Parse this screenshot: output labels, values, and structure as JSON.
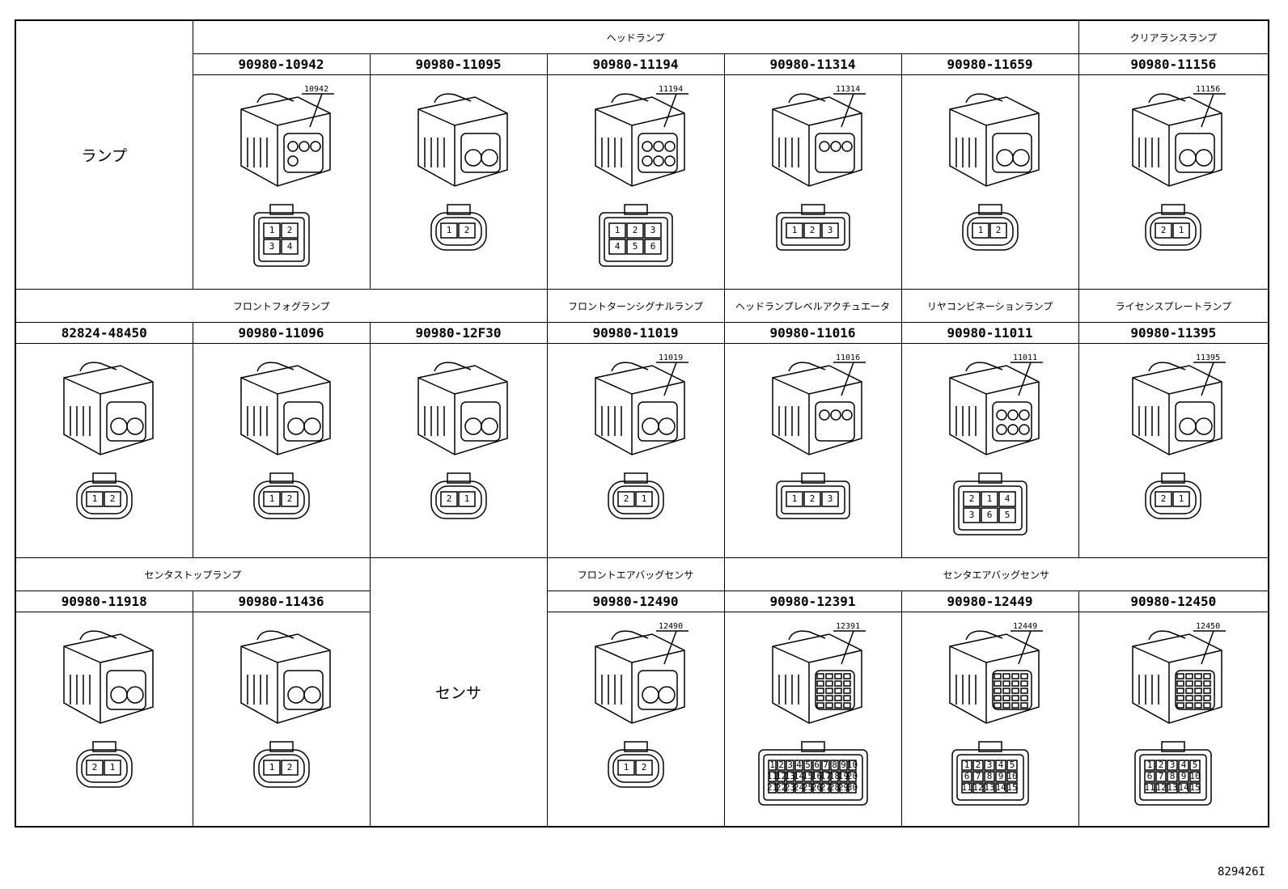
{
  "rows": [
    {
      "left_category": "ランプ",
      "groups": [
        {
          "title": "ヘッドランプ",
          "span": 5
        },
        {
          "title": "クリアランスランプ",
          "span": 1
        }
      ],
      "connectors": [
        {
          "part": "90980-10942",
          "callout": "10942",
          "pins": [
            "1",
            "2",
            "3",
            "4"
          ],
          "icon": "4-pin-square-connector"
        },
        {
          "part": "90980-11095",
          "callout": "",
          "pins": [
            "1",
            "2"
          ],
          "icon": "2-pin-oval-connector"
        },
        {
          "part": "90980-11194",
          "callout": "11194",
          "pins": [
            "1",
            "2",
            "3",
            "4",
            "5",
            "6"
          ],
          "icon": "6-pin-connector"
        },
        {
          "part": "90980-11314",
          "callout": "11314",
          "pins": [
            "1",
            "2",
            "3"
          ],
          "icon": "3-pin-block-connector"
        },
        {
          "part": "90980-11659",
          "callout": "",
          "pins": [
            "1",
            "2"
          ],
          "icon": "2-pin-clip-connector"
        },
        {
          "part": "90980-11156",
          "callout": "11156",
          "pins": [
            "2",
            "1"
          ],
          "icon": "2-pin-round-connector"
        }
      ]
    },
    {
      "groups": [
        {
          "title": "フロントフォグランプ",
          "span": 3
        },
        {
          "title": "フロントターンシグナルランプ",
          "span": 1
        },
        {
          "title": "ヘッドランプレベルアクチュエータ",
          "span": 1
        },
        {
          "title": "リヤコンビネーションランプ",
          "span": 1
        },
        {
          "title": "ライセンスプレートランプ",
          "span": 1
        }
      ],
      "connectors": [
        {
          "part": "82824-48450",
          "callout": "",
          "pins": [
            "1",
            "2"
          ],
          "icon": "2-pin-round-connector"
        },
        {
          "part": "90980-11096",
          "callout": "",
          "pins": [
            "1",
            "2"
          ],
          "icon": "2-pin-oval-connector"
        },
        {
          "part": "90980-12F30",
          "callout": "",
          "pins": [
            "2",
            "1"
          ],
          "icon": "2-pin-small-connector"
        },
        {
          "part": "90980-11019",
          "callout": "11019",
          "pins": [
            "2",
            "1"
          ],
          "icon": "2-pin-round-connector"
        },
        {
          "part": "90980-11016",
          "callout": "11016",
          "pins": [
            "1",
            "2",
            "3"
          ],
          "icon": "3-pin-triangle-connector"
        },
        {
          "part": "90980-11011",
          "callout": "11011",
          "pins": [
            "2",
            "1",
            "4",
            "3",
            "6",
            "5"
          ],
          "icon": "6-pin-grid-connector"
        },
        {
          "part": "90980-11395",
          "callout": "11395",
          "pins": [
            "2",
            "1"
          ],
          "icon": "2-pin-clip-connector"
        }
      ]
    },
    {
      "center_category": "センサ",
      "groups": [
        {
          "title": "センタストップランプ",
          "span": 2
        },
        {
          "title": "フロントエアバッグセンサ",
          "span": 1
        },
        {
          "title": "センタエアバッグセンサ",
          "span": 3
        }
      ],
      "connectors": [
        {
          "part": "90980-11918",
          "callout": "",
          "pins": [
            "2",
            "1"
          ],
          "icon": "2-pin-housing-connector"
        },
        {
          "part": "90980-11436",
          "callout": "",
          "pins": [
            "1",
            "2"
          ],
          "icon": "2-pin-housing-connector"
        },
        {
          "part": "90980-12490",
          "callout": "12490",
          "pins": [
            "1",
            "2"
          ],
          "icon": "2-pin-airbag-connector"
        },
        {
          "part": "90980-12391",
          "callout": "12391",
          "pins": [
            "1",
            "2",
            "3",
            "4",
            "5",
            "6",
            "7",
            "8",
            "9",
            "10",
            "11",
            "12",
            "13",
            "14",
            "15",
            "16",
            "17",
            "18",
            "19",
            "20",
            "21",
            "22",
            "23",
            "24",
            "25",
            "26",
            "27",
            "28",
            "29",
            "30"
          ],
          "icon": "30-pin-connector"
        },
        {
          "part": "90980-12449",
          "callout": "12449",
          "pins": [
            "1",
            "2",
            "3",
            "4",
            "5",
            "6",
            "7",
            "8",
            "9",
            "10",
            "11",
            "12",
            "13",
            "14",
            "15"
          ],
          "icon": "15-pin-connector"
        },
        {
          "part": "90980-12450",
          "callout": "12450",
          "pins": [
            "1",
            "2",
            "3",
            "4",
            "5",
            "6",
            "7",
            "8",
            "9",
            "10",
            "11",
            "12",
            "13",
            "14",
            "15"
          ],
          "icon": "15-pin-connector"
        }
      ]
    }
  ],
  "figure_id": "829426I"
}
